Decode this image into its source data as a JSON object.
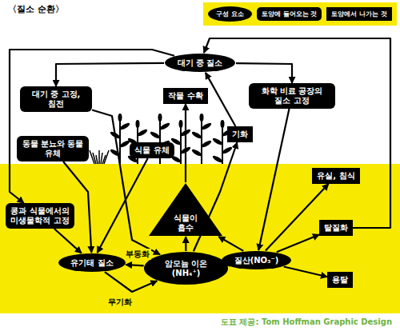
{
  "diagram": {
    "title": "〈질소 순환〉",
    "caption": "도표 제공: Tom Hoffman Graphic Design",
    "nodes": [
      {
        "text": [
          "대기 중 질소"
        ]
      },
      {
        "text": [
          "대기 중 고정, 침전"
        ]
      },
      {
        "text": [
          "작물 수확"
        ]
      },
      {
        "text": [
          "화학 비료 공장의 질소 고정"
        ]
      },
      {
        "text": [
          "동물 분뇨와 동물 유체"
        ]
      },
      {
        "text": [
          "식물 유체"
        ]
      },
      {
        "text": [
          "기화"
        ]
      },
      {
        "text": [
          "유실, 침식"
        ]
      },
      {
        "text": [
          "콩과 식물에서의 미생물학적 고정"
        ]
      },
      {
        "text": [
          "식물이 흡수"
        ]
      },
      {
        "text": [
          "탈질화"
        ]
      },
      {
        "text": [
          "유기태 질소"
        ]
      },
      {
        "text": [
          "암모늄 이온 (NH₄⁺)"
        ]
      },
      {
        "text": [
          "질산(NO₃⁻)"
        ]
      },
      {
        "text": [
          "용탈"
        ]
      }
    ],
    "edges": [
      {
        "from": 0,
        "to": 1,
        "arrow": "to"
      },
      {
        "from": 1,
        "to": 12,
        "arrow": "to"
      },
      {
        "from": 0,
        "to": 8,
        "arrow": "to"
      },
      {
        "from": 8,
        "to": 11,
        "arrow": "to"
      },
      {
        "from": 0,
        "to": 3,
        "arrow": "to"
      },
      {
        "from": 3,
        "to": 13,
        "arrow": "to"
      },
      {
        "from": 4,
        "to": 11,
        "arrow": "to"
      },
      {
        "from": 5,
        "to": 11,
        "arrow": "to"
      },
      {
        "from": 12,
        "to": 9,
        "arrow": "to"
      },
      {
        "from": 13,
        "to": 9,
        "arrow": "to"
      },
      {
        "from": 9,
        "to": 2,
        "arrow": "to"
      },
      {
        "from": 12,
        "to": 13,
        "arrow": "to"
      },
      {
        "from": 12,
        "to": 6,
        "arrow": "to"
      },
      {
        "from": 6,
        "to": 0,
        "arrow": "to"
      },
      {
        "from": 11,
        "to": 12,
        "label": "무기화",
        "arrow": "to"
      },
      {
        "from": 12,
        "to": 11,
        "label": "부동화",
        "arrow": "to"
      },
      {
        "from": 13,
        "to": 10,
        "arrow": "to"
      },
      {
        "from": 10,
        "to": 0,
        "arrow": "to"
      },
      {
        "from": 13,
        "to": 14,
        "arrow": "to"
      },
      {
        "from": 13,
        "to": 7,
        "arrow": "to"
      }
    ],
    "legend": [
      {
        "text": "구성 요소"
      },
      {
        "text": "토양에 들어오는 것"
      },
      {
        "text": "토양에서 나가는 것"
      }
    ]
  }
}
